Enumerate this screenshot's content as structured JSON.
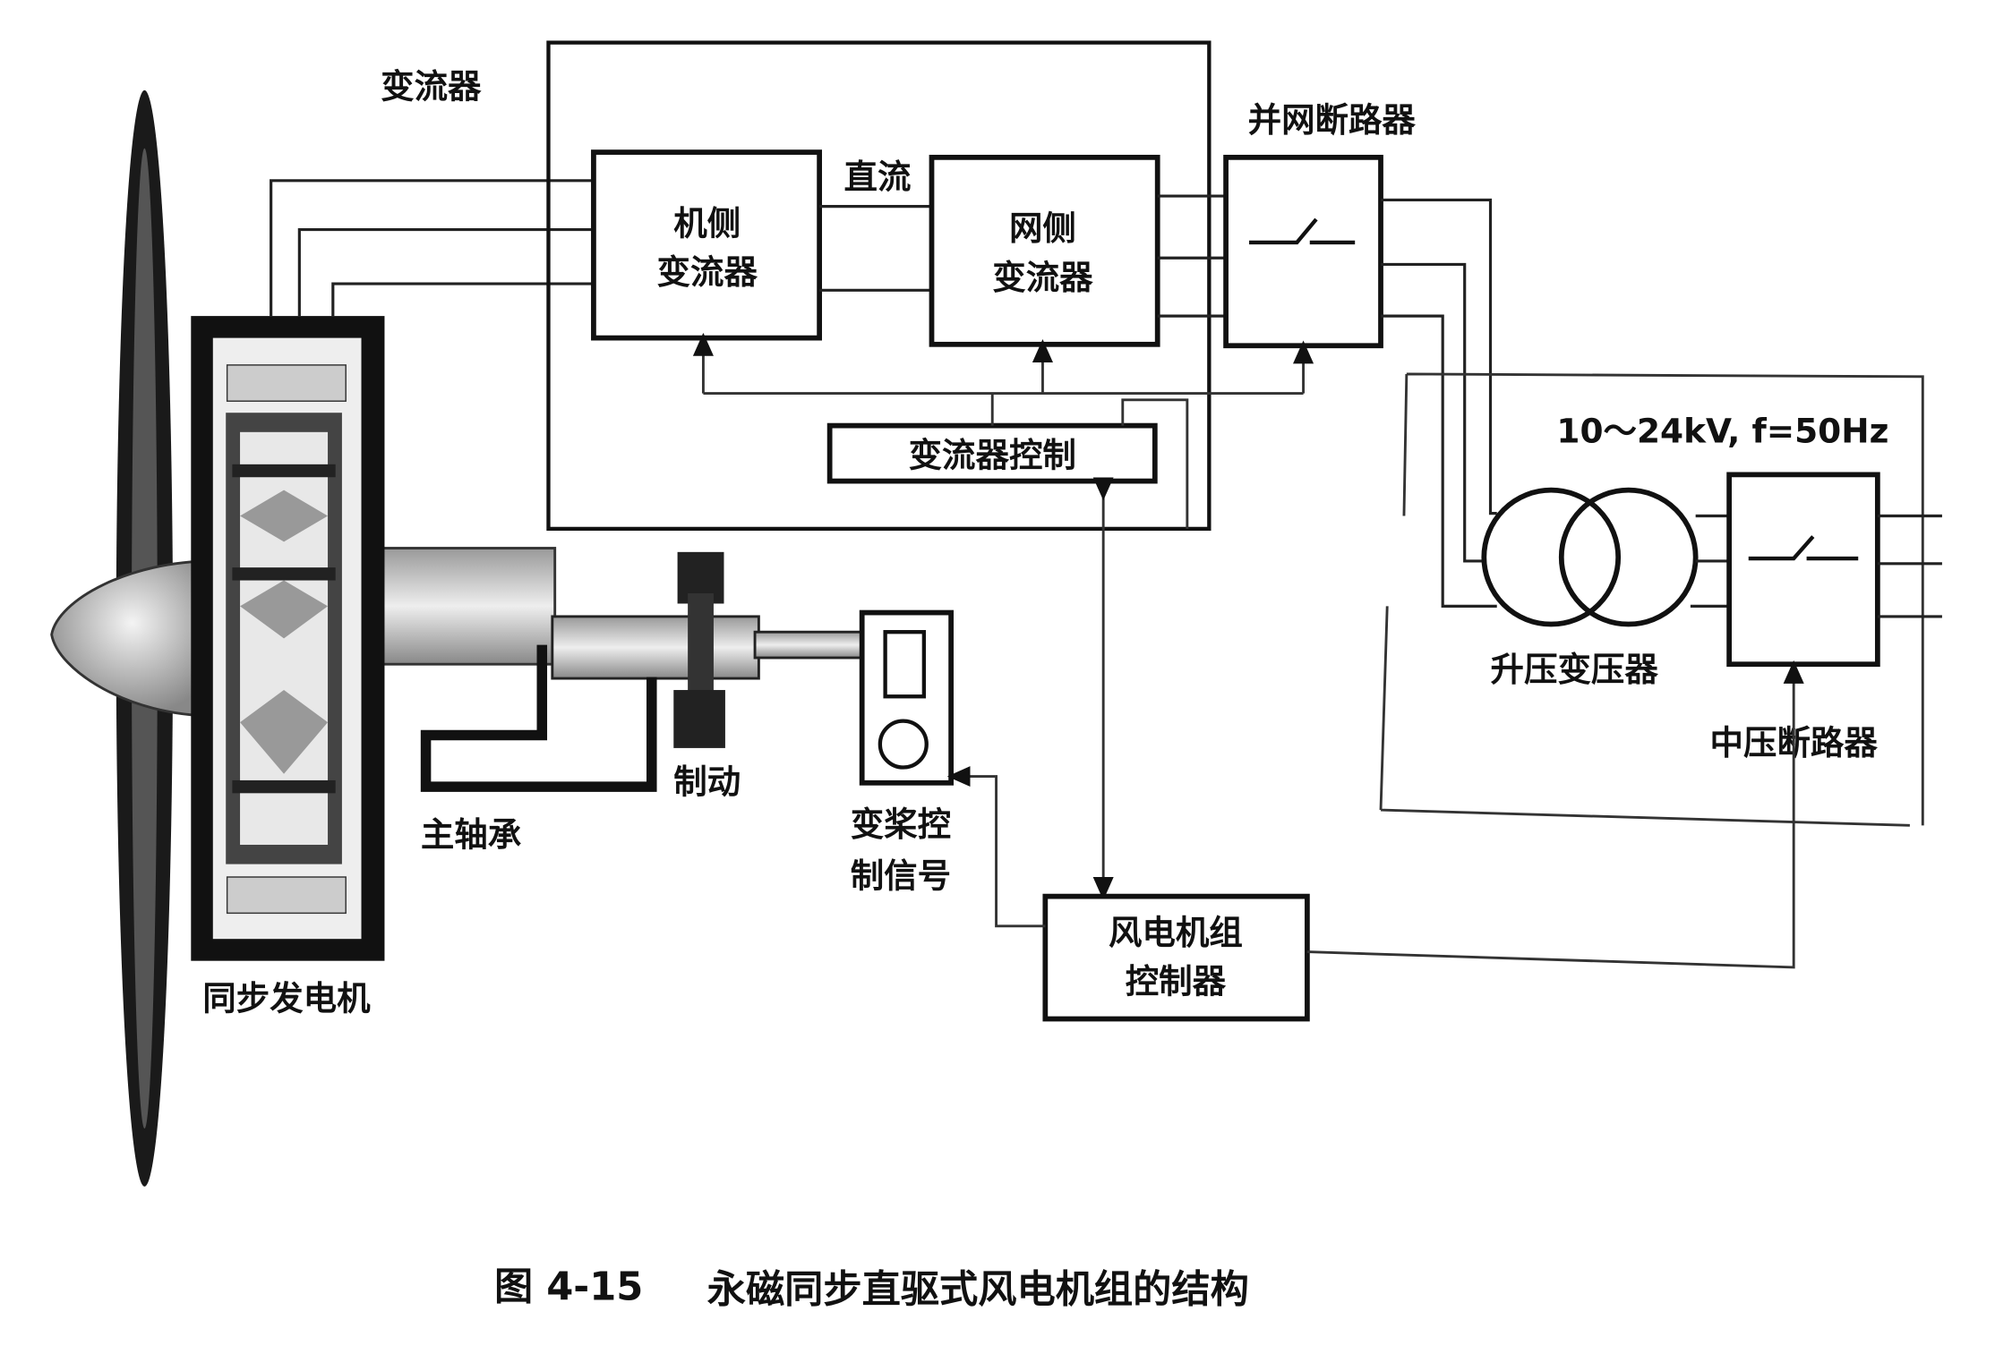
{
  "labels": {
    "converter": "变流器",
    "machine_side_1": "机侧",
    "machine_side_2": "变流器",
    "dc": "直流",
    "grid_side_1": "网侧",
    "grid_side_2": "变流器",
    "converter_control": "变流器控制",
    "grid_breaker": "并网断路器",
    "voltage": "10～24kV, f=50Hz",
    "step_up_transformer": "升压变压器",
    "mv_breaker": "中压断路器",
    "controller_1": "风电机组",
    "controller_2": "控制器",
    "pitch_signal_1": "变桨控",
    "pitch_signal_2": "制信号",
    "brake": "制动",
    "main_bearing": "主轴承",
    "generator": "同步发电机"
  },
  "caption": {
    "number": "图 4-15",
    "title": "永磁同步直驱式风电机组的结构"
  }
}
